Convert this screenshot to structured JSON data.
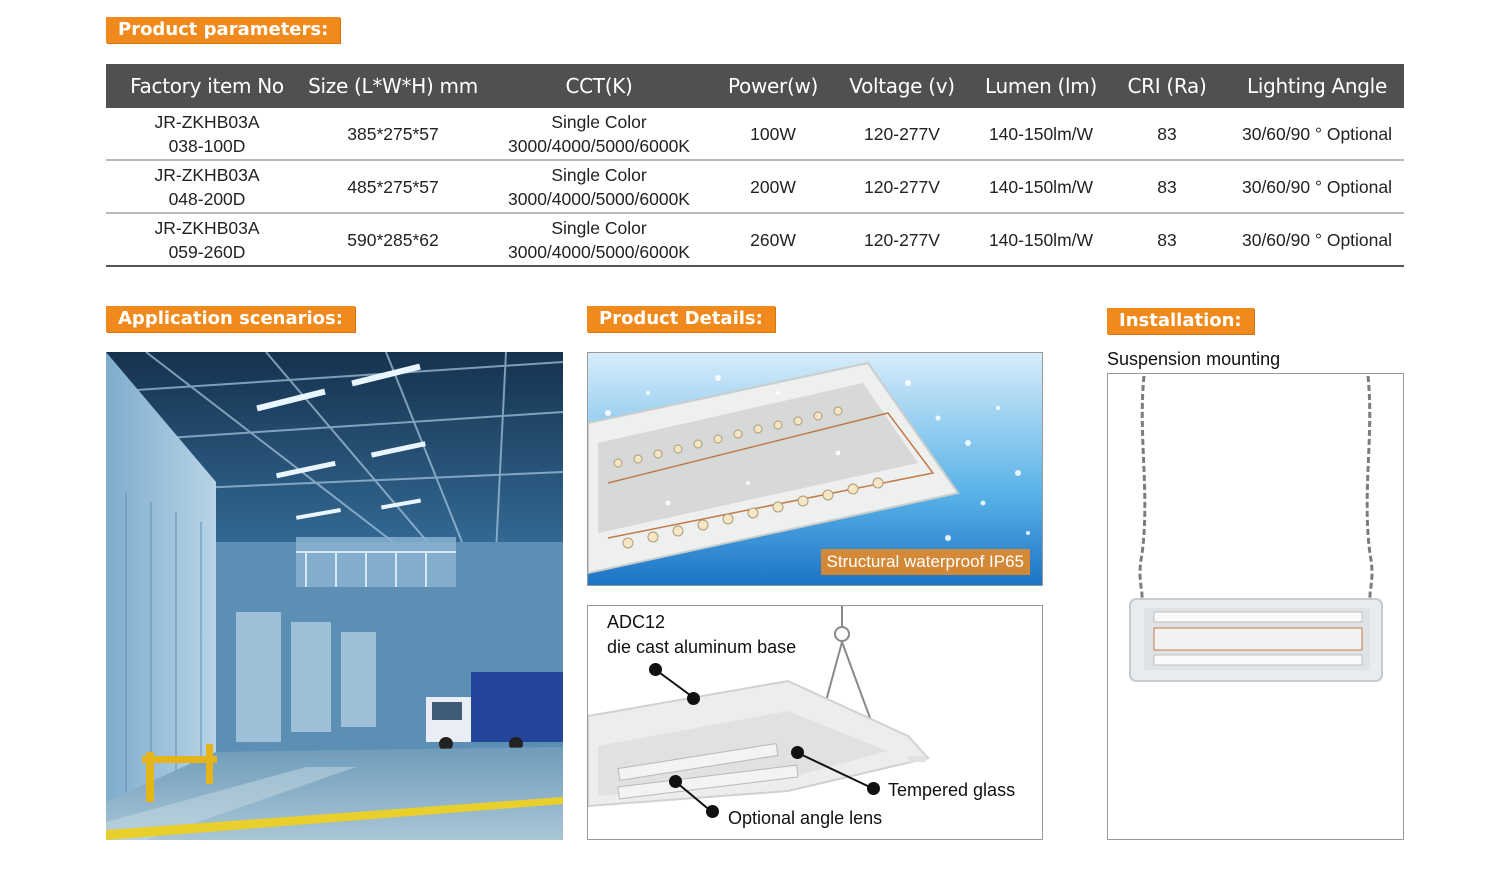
{
  "sections": {
    "params_title": "Product parameters:",
    "application_title": "Application scenarios:",
    "details_title": "Product Details:",
    "installation_title": "Installation:"
  },
  "table": {
    "headers": [
      "Factory item No",
      "Size (L*W*H) mm",
      "CCT(K)",
      "Power(w)",
      "Voltage (v)",
      "Lumen (lm)",
      "CRI (Ra)",
      "Lighting Angle"
    ],
    "rows": [
      {
        "item_line1": "JR-ZKHB03A",
        "item_line2": "038-100D",
        "size": "385*275*57",
        "cct_line1": "Single Color",
        "cct_line2": "3000/4000/5000/6000K",
        "power": "100W",
        "voltage": "120-277V",
        "lumen": "140-150lm/W",
        "cri": "83",
        "angle": "30/60/90 ° Optional"
      },
      {
        "item_line1": "JR-ZKHB03A",
        "item_line2": "048-200D",
        "size": "485*275*57",
        "cct_line1": "Single Color",
        "cct_line2": "3000/4000/5000/6000K",
        "power": "200W",
        "voltage": "120-277V",
        "lumen": "140-150lm/W",
        "cri": "83",
        "angle": "30/60/90 ° Optional"
      },
      {
        "item_line1": "JR-ZKHB03A",
        "item_line2": "059-260D",
        "size": "590*285*62",
        "cct_line1": "Single Color",
        "cct_line2": "3000/4000/5000/6000K",
        "power": "260W",
        "voltage": "120-277V",
        "lumen": "140-150lm/W",
        "cri": "83",
        "angle": "30/60/90 ° Optional"
      }
    ]
  },
  "details": {
    "waterproof_caption": "Structural waterproof IP65",
    "base_label_line1": "ADC12",
    "base_label_line2": "die cast aluminum base",
    "glass_label": "Tempered glass",
    "lens_label": "Optional angle lens"
  },
  "installation": {
    "mount_label": "Suspension mounting"
  },
  "colors": {
    "accent": "#f08a1c",
    "header_bg": "#505050"
  }
}
